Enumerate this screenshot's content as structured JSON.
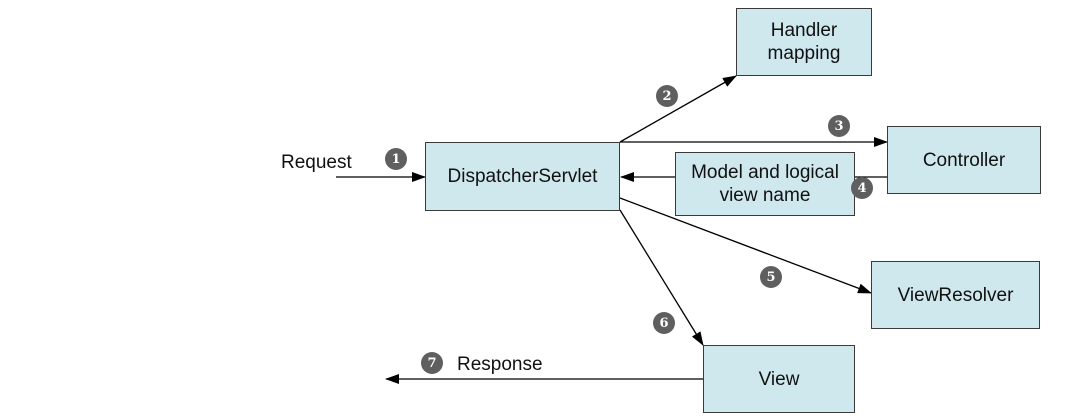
{
  "nodes": {
    "handler_mapping": "Handler\nmapping",
    "dispatcher_servlet": "DispatcherServlet",
    "controller": "Controller",
    "model_view_name": "Model and logical\nview name",
    "view_resolver": "ViewResolver",
    "view": "View"
  },
  "labels": {
    "request": "Request",
    "response": "Response"
  },
  "steps": [
    "1",
    "2",
    "3",
    "4",
    "5",
    "6",
    "7"
  ],
  "colors": {
    "box_fill": "#cfe8ee",
    "box_border": "#3a3a3a",
    "step_badge": "#5f5f5f",
    "arrow": "#000000"
  }
}
